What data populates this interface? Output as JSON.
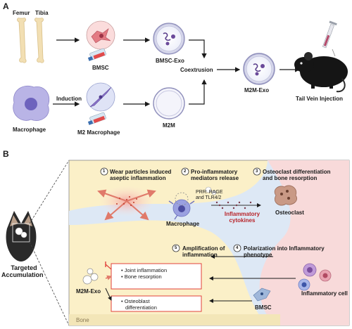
{
  "panel_a": {
    "letter": "A",
    "femur": "Femur",
    "tibia": "Tibia",
    "bmsc": "BMSC",
    "bmsc_exo": "BMSC-Exo",
    "macrophage": "Macrophage",
    "induction": "Induction",
    "m2_macrophage": "M2 Macrophage",
    "m2m": "M2M",
    "coextrusion": "Coextrusion",
    "m2m_exo": "M2M-Exo",
    "tail_vein": "Tail Vein Injection"
  },
  "panel_b": {
    "letter": "B",
    "targeted_line1": "Targeted",
    "targeted_line2": "Accumulation",
    "step1_num": "1",
    "step1_line1": "Wear particles induced",
    "step1_line2": "aseptic inflammation",
    "step2_num": "2",
    "step2_line1": "Pro-inflammatory",
    "step2_line2": "mediators release",
    "step3_num": "3",
    "step3_line1": "Osteoclast differentiation",
    "step3_line2": "and bone resorption",
    "prr_line1": "PRR: RAGE",
    "prr_line2": "and TLR4/2",
    "macrophage": "Macrophage",
    "cytokines_line1": "Inflammatory",
    "cytokines_line2": "cytokines",
    "osteoclast": "Osteoclast",
    "step5_num": "5",
    "step5_line1": "Amplification of",
    "step5_line2": "inflammation",
    "step4_num": "4",
    "step4_line1": "Polarization into Inflammatory",
    "step4_line2": "phenotype",
    "box1_line1": "• Joint inflammation",
    "box1_line2": "• Bone resorption",
    "box2_line1": "• Osteoblast",
    "box2_line2": "differentiation",
    "m2m_exo": "M2M-Exo",
    "inflammatory_cell": "Inflammatory cell",
    "bmsc": "BMSC",
    "bone": "Bone"
  },
  "colors": {
    "accent_red": "#b8242a",
    "box_red": "#e0403a",
    "zone_yellow": "#fbf0c8",
    "zone_blue": "#dde8f5",
    "zone_pink": "#f8dada",
    "bone_bar": "#f3e6b8"
  }
}
